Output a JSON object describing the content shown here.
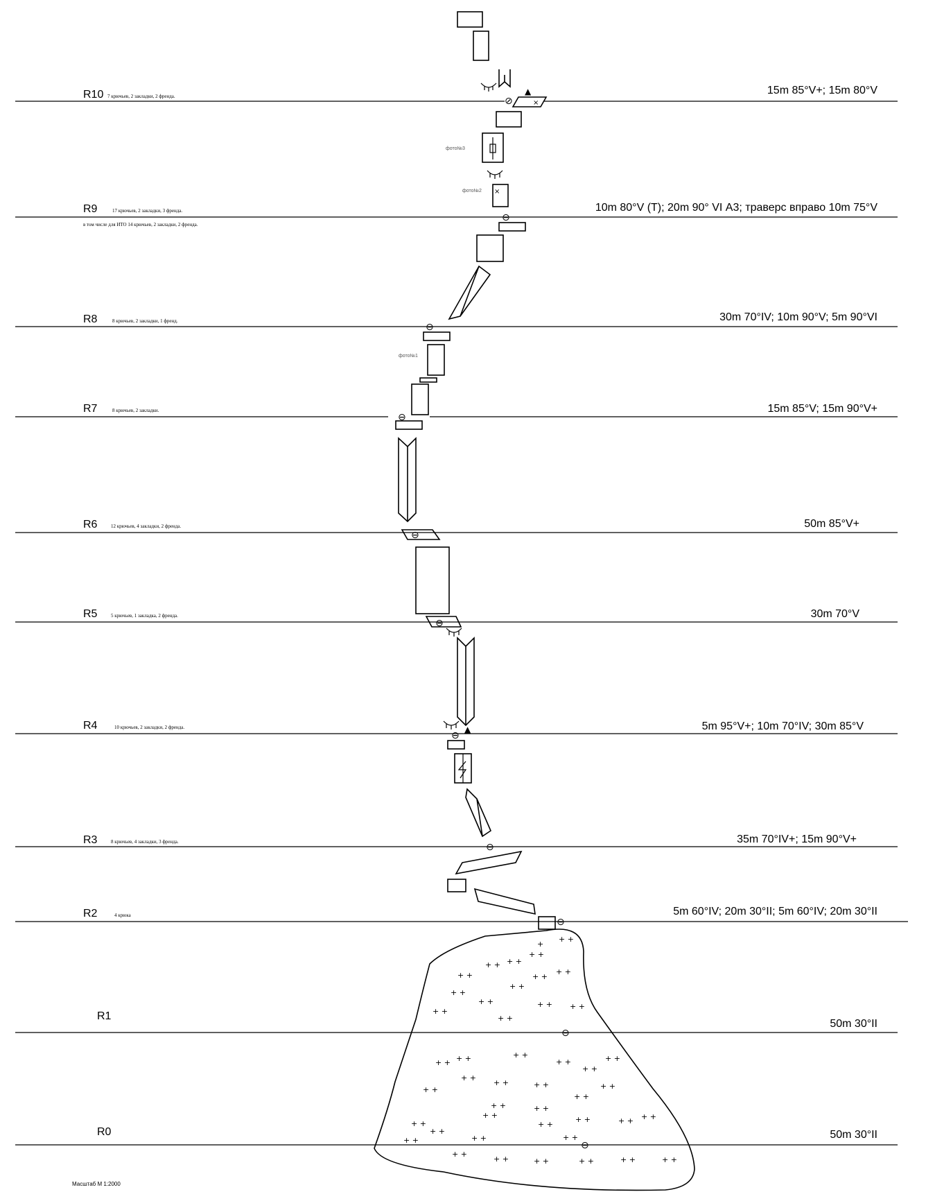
{
  "pitches": [
    {
      "id": "R10",
      "gear": "7 крючьев, 2 закладки, 2 френда.",
      "grade": "15m 85°V+; 15m 80°V"
    },
    {
      "id": "R9",
      "gear": "17 крючьев, 2 закладки, 3 френда.",
      "note": "в том числе для ИТО 14 крючьев, 2 закладки, 2 френда.",
      "grade": "10m 80°V (Т); 20m 90° VI А3; траверс вправо 10m 75°V"
    },
    {
      "id": "R8",
      "gear": "8 крючьев, 2 закладки, 1 френд.",
      "grade": "30m 70°IV; 10m 90°V; 5m 90°VI"
    },
    {
      "id": "R7",
      "gear": "8 крючьев, 2 закладки.",
      "grade": "15m 85°V; 15m 90°V+"
    },
    {
      "id": "R6",
      "gear": "12 крючьев, 4 закладки, 2 френда.",
      "grade": "50m 85°V+"
    },
    {
      "id": "R5",
      "gear": "5 крючьев, 1 закладка, 2 френда.",
      "grade": "30m 70°V"
    },
    {
      "id": "R4",
      "gear": "10 крючьев, 2 закладки, 2 френда.",
      "grade": "5m 95°V+; 10m 70°IV; 30m 85°V"
    },
    {
      "id": "R3",
      "gear": "8 крючьев, 4 закладки, 3 френда.",
      "grade": "35m 70°IV+; 15m 90°V+"
    },
    {
      "id": "R2",
      "gear": "4 крюка",
      "grade": "5m 60°IV; 20m 30°II; 5m 60°IV; 20m 30°II"
    },
    {
      "id": "R1",
      "gear": "",
      "grade": "50m 30°II"
    },
    {
      "id": "R0",
      "gear": "",
      "grade": "50m 30°II"
    }
  ],
  "photos": [
    "фото№3",
    "фото№2",
    "фото№1"
  ],
  "scale_label": "Масштаб М 1:2000",
  "symbols": {
    "belay": "⊖",
    "no_belay": "⊘",
    "piton_point": "▲",
    "snow_mark": "+"
  },
  "colors": {
    "ink": "#000000",
    "photo_label": "#555555",
    "background": "#ffffff"
  }
}
